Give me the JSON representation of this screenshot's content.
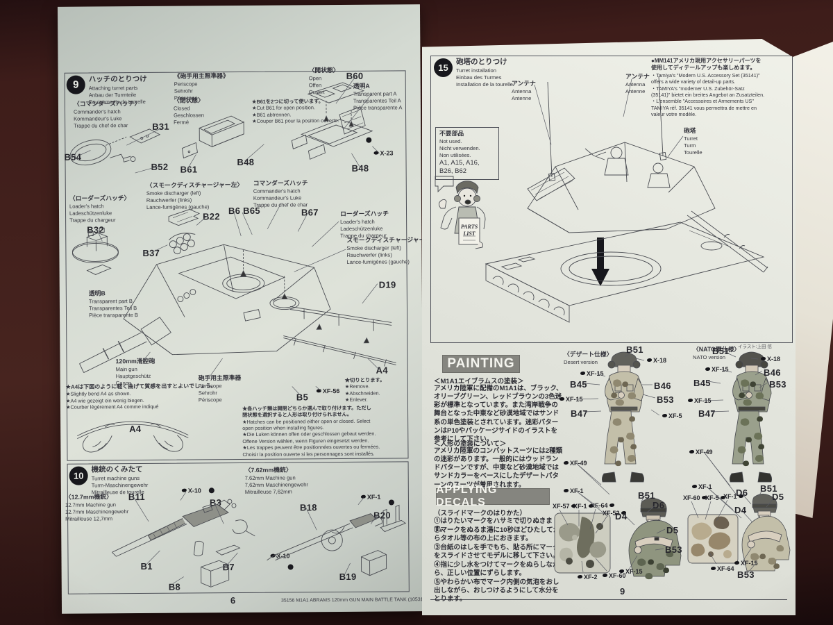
{
  "colors": {
    "photo_bg": "#371816",
    "paper_left": "#d4dad2",
    "paper_right": "#e5e7df",
    "ink": "#34343c",
    "header_bar": "#85857f"
  },
  "footer": {
    "kit_line": "35156  M1A1 ABRAMS 120mm GUN MAIN BATTLE TANK (1053171)",
    "left_page": "6",
    "right_page": "9"
  },
  "s9": {
    "num": "9",
    "title": [
      "ハッチのとりつけ",
      "Attaching turret parts",
      "Anbau der Turmteile",
      "Equipements de tourelle"
    ],
    "periscope_top": [
      "《砲手用主照準器》",
      "Periscope",
      "Sehrohr",
      "Périscope"
    ],
    "closed": [
      "〈閉状態〉",
      "Closed",
      "Geschlossen",
      "Fermé"
    ],
    "open": [
      "〈開状態〉",
      "Open",
      "Offen",
      "Ouvert"
    ],
    "cut_note": [
      "★B61を2つに切って使います。",
      "★Cut B61 for open position.",
      "★B61 abtrennen.",
      "★Couper B61 pour la position ouverte."
    ],
    "cmdr1": [
      "〈コマンダーズハッチ〉",
      "Commander's hatch",
      "Kommandeur's Luke",
      "Trappe du chef de char"
    ],
    "loader1": [
      "〈ローダーズハッチ〉",
      "Loader's hatch",
      "Ladeschützenluke",
      "Trappe du chargeur"
    ],
    "trans_a": [
      "透明A",
      "Transparent part A",
      "Transparentes Teil A",
      "Pièce transparente A"
    ],
    "trans_b": [
      "透明B",
      "Transparent part B",
      "Transparentes Teil B",
      "Pièce transparente B"
    ],
    "smoke1": [
      "〈スモークディスチャージャー左〉",
      "Smoke discharger (left)",
      "Rauchwerfer (links)",
      "Lance-fumigènes (gauche)"
    ],
    "cmdr2": [
      "コマンダーズハッチ",
      "Commander's hatch",
      "Kommandeur's Luke",
      "Trappe du chef de char"
    ],
    "loader2": [
      "ローダーズハッチ",
      "Loader's hatch",
      "Ladeschützenluke",
      "Trappe du chargeur"
    ],
    "smoke2": [
      "スモークディスチャージャー(左)",
      "Smoke discharger (left)",
      "Rauchwerfer (links)",
      "Lance-fumigènes (gauche)"
    ],
    "main_gun": [
      "120mm滑腔砲",
      "Main gun",
      "Hauptgeschütz",
      "Canon"
    ],
    "periscope2": [
      "砲手用主照準器",
      "Periscope",
      "Sehrohr",
      "Périscope"
    ],
    "bend_note": [
      "★A4は下図のように軽く曲げて質感を出すとよいでしょう。",
      "★Slightly bend A4 as shown.",
      "★A4 wie gezeigt ein wenig biegen.",
      "★Courber légèrement A4 comme indiqué"
    ],
    "remove_note": [
      "★切りとります。",
      "★Remove.",
      "★Abschneiden.",
      "★Enlever."
    ],
    "hatch_note": [
      "★各ハッチ類は開閉どちらか選んで取り付けます。ただし",
      "閉状態を選択すると人形は取り付けられません。",
      "★Hatches can be positioned either open or closed. Select",
      "open position when installing figures.",
      "★Die Luken können offen oder geschlossen gebaut werden.",
      "Offene Version wählen, wenn Figuren eingesetzt werden.",
      "★Les trappes peuvent être positionnées ouvertes ou fermées.",
      "Choisir la position ouverte si les personnages sont installés."
    ],
    "p": {
      "b31": "B31",
      "b54": "B54",
      "b52": "B52",
      "b61": "B61",
      "b48a": "B48",
      "b60": "B60",
      "x23": "X-23",
      "b48b": "B48",
      "b32": "B32",
      "b22": "B22",
      "b37": "B37",
      "b6b65": "B6 B65",
      "b67": "B67",
      "d19": "D19",
      "a4a": "A4",
      "a4b": "A4",
      "xf56": "XF-56",
      "b5": "B5"
    }
  },
  "s10": {
    "num": "10",
    "title": [
      "機銃のくみたて",
      "Turret machine guns",
      "Turm-Maschinengewehr",
      "Mitrailleuse de tourelle"
    ],
    "gun127": [
      "〈12.7mm機銃〉",
      "12.7mm Machine gun",
      "12.7mm Maschinengewehr",
      "Mitrailleuse 12,7mm"
    ],
    "gun762": [
      "〈7.62mm機銃〉",
      "7.62mm Machine gun",
      "7,62mm Maschinengewehr",
      "Mitrailleuse 7,62mm"
    ],
    "p": {
      "b11": "B11",
      "x10a": "X-10",
      "b3": "B3",
      "b1": "B1",
      "b7": "B7",
      "b8": "B8",
      "b18": "B18",
      "xf1": "XF-1",
      "b20": "B20",
      "x10b": "X-10",
      "b19": "B19"
    }
  },
  "s15": {
    "num": "15",
    "title": [
      "砲塔のとりつけ",
      "Turret installation",
      "Einbau des Turmes",
      "Installation de la tourelle"
    ],
    "accessory": [
      "●MM141アメリカ現用アクセサリーパーツを",
      "使用してディテールアップも楽しめます。",
      "・Tamiya's \"Modern U.S. Accessory Set (35141)\"",
      "offers a wide variety of detail-up parts.",
      "・TAMIYA's \"moderner U.S. Zubehör-Satz",
      "(35141)\" bietet ein breites Angebot an Zusatzteilen.",
      "・L'ensemble \"Accessoires et Armements US\"",
      "TAMIYA réf. 35141 vous permettra de mettre en",
      "valeur votre modèle."
    ],
    "antenna": [
      "アンテナ",
      "Antenna",
      "Antenne"
    ],
    "not_used": [
      "不要部品",
      "Not used.",
      "Nicht verwenden.",
      "Non utilisées.",
      "A1, A15, A16,",
      "B26, B62"
    ],
    "turret": [
      "砲塔",
      "Turret",
      "Turm",
      "Tourelle"
    ],
    "sign": [
      "PARTS",
      "LIST"
    ],
    "credit": "イラスト:上田 信"
  },
  "painting": {
    "header": "PAINTING",
    "t1": "＜M1A1エイブラムスの塗装＞",
    "b1": "アメリカ陸軍に配備のM1A1は、ブラック、オリーブグリーン、レッドブラウンの3色迷彩が標準となっています。また湾岸戦争の舞台となった中東など砂漠地域ではサンド系の単色塗装とされています。迷彩パターンはP10やパッケージサイドのイラストを参考にして下さい。",
    "t2": "＜人形の塗装について＞",
    "b2": "アメリカ陸軍のコンバットスーツには2種類の迷彩があります。一般的にはウッドランドパターンですが、中東など砂漠地域ではサンドカラーをベースにしたデザートパターンのスーツが着用されます。"
  },
  "decals": {
    "header": "APPLYING DECALS",
    "sub": "（スライドマークのはりかた）",
    "steps": [
      "①はりたいマークをハサミで切りぬきます。",
      "②マークをぬるま湯に10秒ほどひたしてからタオル等の布の上におきます。",
      "③台紙のはしを手でもち、貼る所にマークをスライドさせてモデルに移して下さい。",
      "④指に少し水をつけてマークをぬらしながら、正しい位置にずらします。",
      "⑤やわらかい布でマーク内側の気泡をおし出しながら、おしつけるようにして水分をとります。"
    ]
  },
  "figs": {
    "desert_version": [
      "〈デザート仕様〉",
      "Desert version"
    ],
    "nato_version": [
      "〈NATO軍仕様〉",
      "NATO version"
    ],
    "desert": {
      "b51": "B51",
      "x18": "X-18",
      "xf15a": "XF-15",
      "b45": "B45",
      "b46": "B46",
      "xf15b": "XF-15",
      "b53": "B53",
      "xf5": "XF-5",
      "b47": "B47",
      "xf49": "XF-49",
      "xf1": "XF-1"
    },
    "nato": {
      "b51": "B51",
      "x18": "X-18",
      "xf15a": "XF-15",
      "b46": "B46",
      "b45": "B45",
      "b53": "B53",
      "xf15b": "XF-15",
      "b47": "B47",
      "xf49": "XF-49",
      "xf1": "XF-1"
    },
    "camo1": {
      "a": "XF-57",
      "b": "XF-1",
      "c": "XF-64",
      "d": "XF-52",
      "e": "XF-2",
      "f": "XF-60"
    },
    "cmd1": {
      "b51": "B51",
      "d6": "D6",
      "d4": "D4",
      "d5": "D5",
      "b53": "B53",
      "xf15": "XF-15"
    },
    "camo2": {
      "a": "XF-60",
      "b": "XF-5",
      "c": "XF-1",
      "d": "XF-64"
    },
    "cmd2": {
      "d6": "D6",
      "b51": "B51",
      "d5": "D5",
      "d4": "D4",
      "xf15": "XF-15",
      "b53": "B53"
    }
  }
}
